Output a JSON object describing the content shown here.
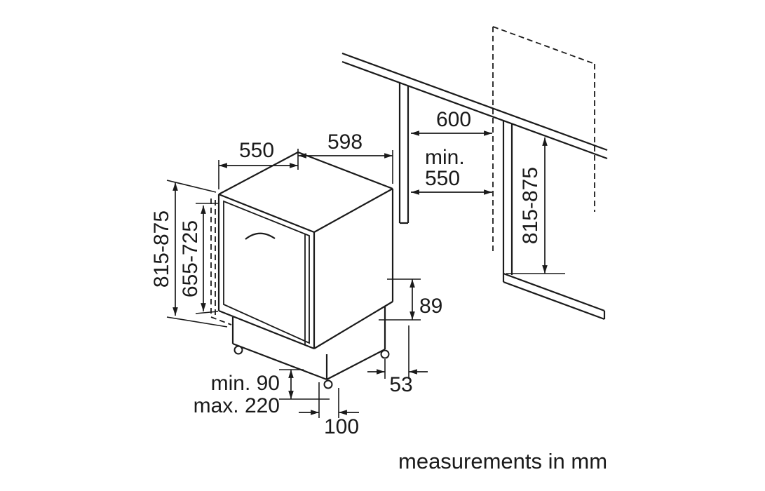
{
  "diagram": {
    "footnote": "measurements in mm",
    "dims": {
      "top_depth": "550",
      "top_width": "598",
      "worktop_depth": "600",
      "niche_depth_line1": "min.",
      "niche_depth_line2": "550",
      "appliance_height": "815-875",
      "door_panel_height": "655-725",
      "niche_height": "815-875",
      "base_rear_height": "89",
      "rear_foot_offset": "53",
      "plinth_min": "min. 90",
      "plinth_max": "max. 220",
      "front_foot_offset": "100"
    },
    "colors": {
      "line": "#1a1a1a",
      "background": "#ffffff"
    }
  }
}
